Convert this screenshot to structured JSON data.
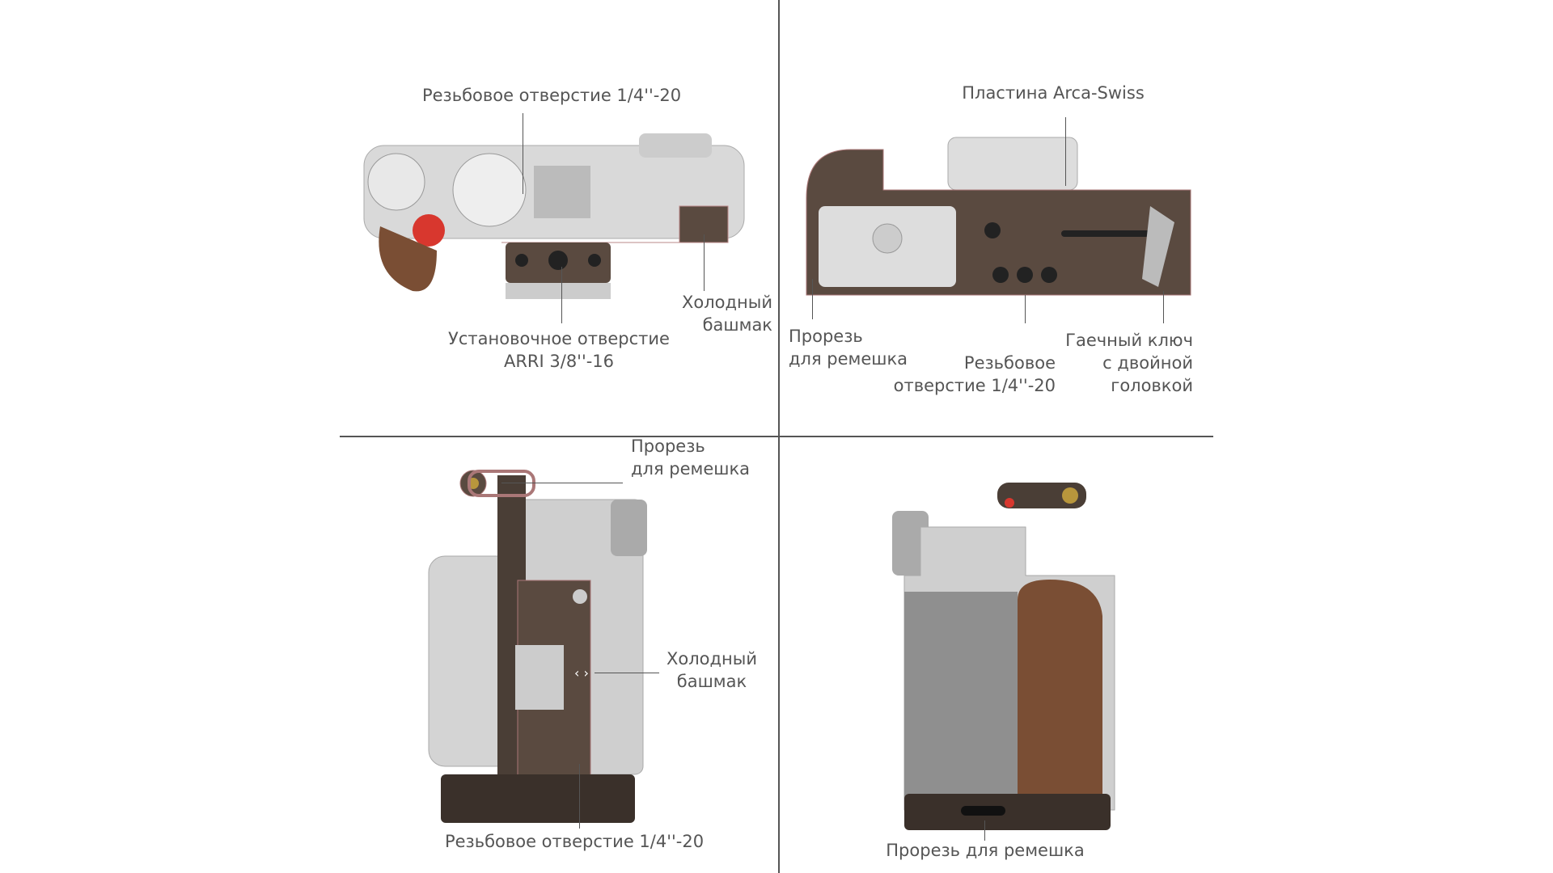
{
  "panels": {
    "top_view": {
      "thread_hole": "Резьбовое отверстие 1/4''-20",
      "cold_shoe": [
        "Холодный",
        "башмак"
      ],
      "arri_hole": [
        "Установочное отверстие",
        "ARRI 3/8''-16"
      ]
    },
    "bottom_view": {
      "arca_plate": "Пластина Arca-Swiss",
      "strap_slot": [
        "Прорезь",
        "для ремешка"
      ],
      "thread_hole": [
        "Резьбовое",
        "отверстие 1/4''-20"
      ],
      "wrench": [
        "Гаечный ключ",
        "с двойной",
        "головкой"
      ]
    },
    "left_side_view": {
      "strap_slot": [
        "Прорезь",
        "для ремешка"
      ],
      "cold_shoe": [
        "Холодный",
        "башмак"
      ],
      "thread_hole": "Резьбовое отверстие 1/4''-20"
    },
    "right_side_view": {
      "strap_slot": "Прорезь для ремешка"
    }
  },
  "colors": {
    "text": "#555555",
    "cage": "#5a4a40",
    "camera": "#cfcfcf",
    "wood": "#7a4e34",
    "red": "#d8372e"
  }
}
